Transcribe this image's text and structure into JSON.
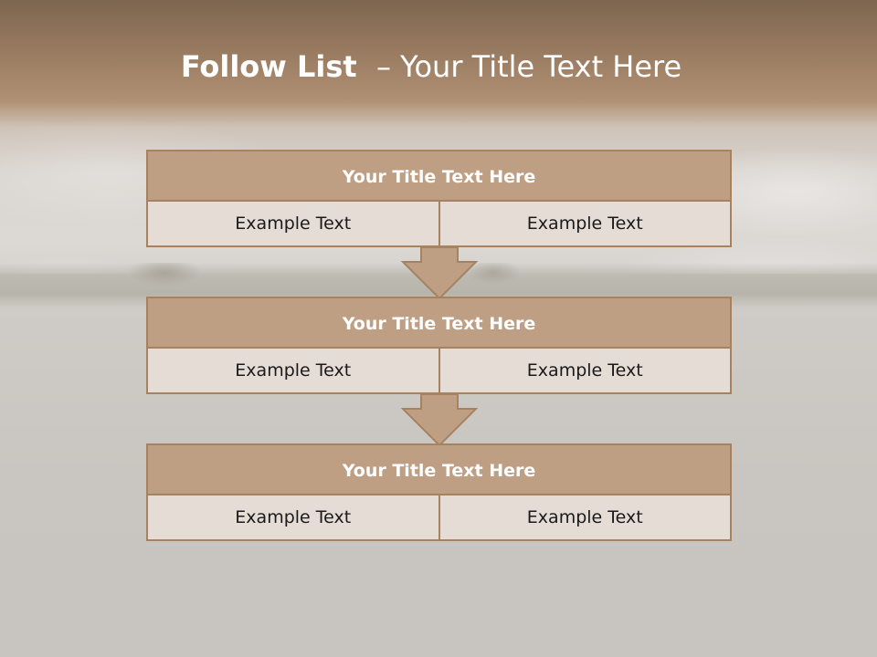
{
  "slide": {
    "title_bold": "Follow List ",
    "title_rest": " – Your Title Text Here"
  },
  "steps": [
    {
      "title": "Your Title Text Here",
      "left": "Example Text",
      "right": "Example Text"
    },
    {
      "title": "Your Title Text Here",
      "left": "Example Text",
      "right": "Example Text"
    },
    {
      "title": "Your Title Text Here",
      "left": "Example Text",
      "right": "Example Text"
    }
  ],
  "colors": {
    "header_fill": "#bf9f84",
    "cell_fill": "#e6dcd6",
    "border": "#a68260"
  }
}
